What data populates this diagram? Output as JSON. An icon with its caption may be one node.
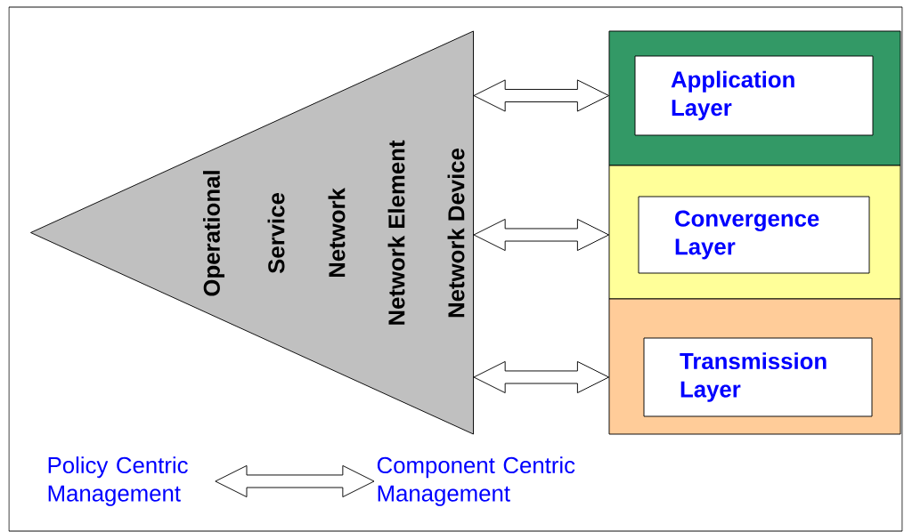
{
  "diagram": {
    "nodes": [
      {
        "text": [
          "Operational",
          "Service",
          "Network",
          "Network Element",
          "Network Device"
        ]
      },
      {
        "text": [],
        "shape": "box"
      },
      {
        "text": [
          "Application Layer"
        ],
        "in": 1
      },
      {
        "text": [],
        "shape": "box"
      },
      {
        "text": [
          "Convergence Layer"
        ],
        "in": 3
      },
      {
        "text": [],
        "shape": "box"
      },
      {
        "text": [
          "Transmission Layer"
        ],
        "in": 5
      },
      {
        "text": [
          "Policy Centric Management"
        ]
      },
      {
        "text": [
          "Component Centric Management"
        ]
      }
    ],
    "edges": [
      {
        "from": 0,
        "to": 1,
        "arrow": "both"
      },
      {
        "from": 0,
        "to": 3,
        "arrow": "both"
      },
      {
        "from": 0,
        "to": 5,
        "arrow": "both"
      },
      {
        "from": 7,
        "to": 8,
        "arrow": "both"
      }
    ]
  }
}
